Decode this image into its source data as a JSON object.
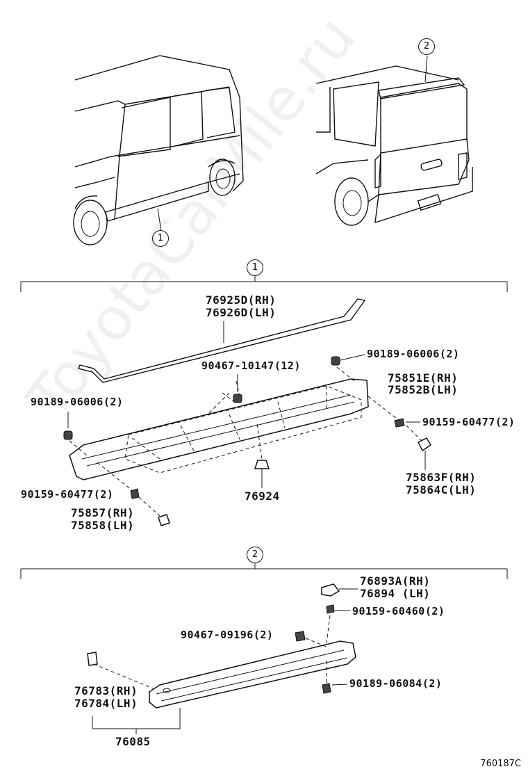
{
  "watermark": "ToyotaCarMile.ru",
  "diagram_code": "760187C",
  "callouts": {
    "one": "1",
    "two": "2"
  },
  "section1": {
    "parts": {
      "rocker_rh": "76925D(RH)",
      "rocker_lh": "76926D(LH)",
      "clip_top": "90189-06006(2)",
      "clip_left": "90189-06006(2)",
      "fastener_mid": "90467-10147(12)",
      "mould_rh": "75851E(RH)",
      "mould_lh": "75852B(LH)",
      "screw_right": "90159-60477(2)",
      "screw_left": "90159-60477(2)",
      "cap_right_rh": "75863F(RH)",
      "cap_right_lh": "75864C(LH)",
      "cap_left_rh": "75857(RH)",
      "cap_left_lh": "75858(LH)",
      "nut": "76924"
    }
  },
  "section2": {
    "parts": {
      "cover_rh": "76893A(RH)",
      "cover_lh": "76894  (LH)",
      "screw_top": "90159-60460(2)",
      "fastener": "90467-09196(2)",
      "clip_bottom": "90189-06084(2)",
      "bracket_rh": "76783(RH)",
      "bracket_lh": "76784(LH)",
      "spoiler": "76085"
    }
  }
}
